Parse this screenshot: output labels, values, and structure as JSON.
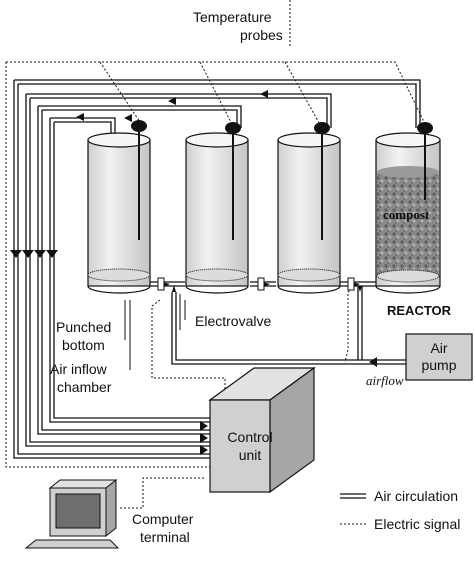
{
  "labels": {
    "temperature_probes_line1": "Temperature",
    "temperature_probes_line2": "probes",
    "compost": "compost",
    "reactor": "REACTOR",
    "electrovalve": "Electrovalve",
    "punched_bottom_line1": "Punched",
    "punched_bottom_line2": "bottom",
    "air_inflow_chamber_line1": "Air inflow",
    "air_inflow_chamber_line2": "chamber",
    "air_pump_line1": "Air",
    "air_pump_line2": "pump",
    "airflow": "airflow",
    "control_unit_line1": "Control",
    "control_unit_line2": "unit",
    "computer_terminal_line1": "Computer",
    "computer_terminal_line2": "terminal"
  },
  "legend": {
    "air_circulation": "Air circulation",
    "electric_signal": "Electric signal"
  },
  "colors": {
    "reactor_fill": "#e8e8e8",
    "compost_fill": "#8a8a8a",
    "box_fill": "#d0d0d0",
    "line": "#111111"
  }
}
